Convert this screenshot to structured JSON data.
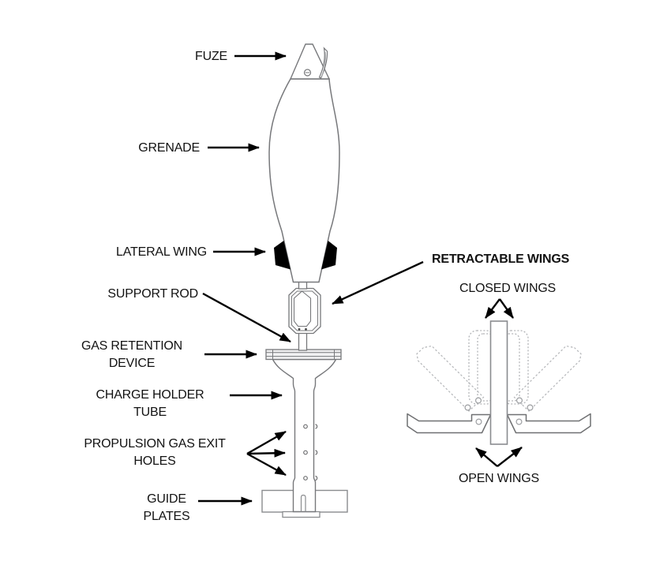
{
  "diagram": {
    "subject": "rifle-grenade-parts-diagram",
    "labels": {
      "fuze": "FUZE",
      "grenade": "GRENADE",
      "lateral_wing": "LATERAL WING",
      "support_rod": "SUPPORT ROD",
      "gas_retention_device": [
        "GAS RETENTION",
        "DEVICE"
      ],
      "charge_holder_tube": [
        "CHARGE HOLDER",
        "TUBE"
      ],
      "propulsion_gas_exit_holes": [
        "PROPULSION GAS EXIT",
        "HOLES"
      ],
      "guide_plates": [
        "GUIDE",
        "PLATES"
      ],
      "retractable_wings": "RETRACTABLE WINGS",
      "closed_wings": "CLOSED WINGS",
      "open_wings": "OPEN WINGS"
    },
    "colors": {
      "background": "#ffffff",
      "text": "#121212",
      "arrow": "#000000",
      "outline": "#77787b",
      "mechanism_outline": "#8a8c8f",
      "dotted_outline": "#b3b5b8",
      "fill_light": "#f1f1f2",
      "wing_fill_black": "#000000"
    }
  }
}
